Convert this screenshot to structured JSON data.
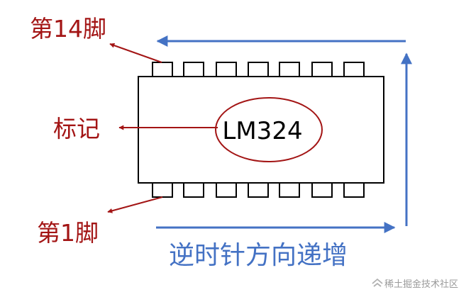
{
  "labels": {
    "pin14": "第14脚",
    "marker": "标记",
    "pin1": "第1脚",
    "chip_name": "LM324",
    "direction": "逆时针方向递增"
  },
  "watermark": {
    "text": "稀土掘金技术社区",
    "icon": "juejin-logo-icon"
  },
  "colors": {
    "red_annotation": "#a31515",
    "blue_arrow": "#4472c4",
    "chip_outline": "#000000"
  }
}
